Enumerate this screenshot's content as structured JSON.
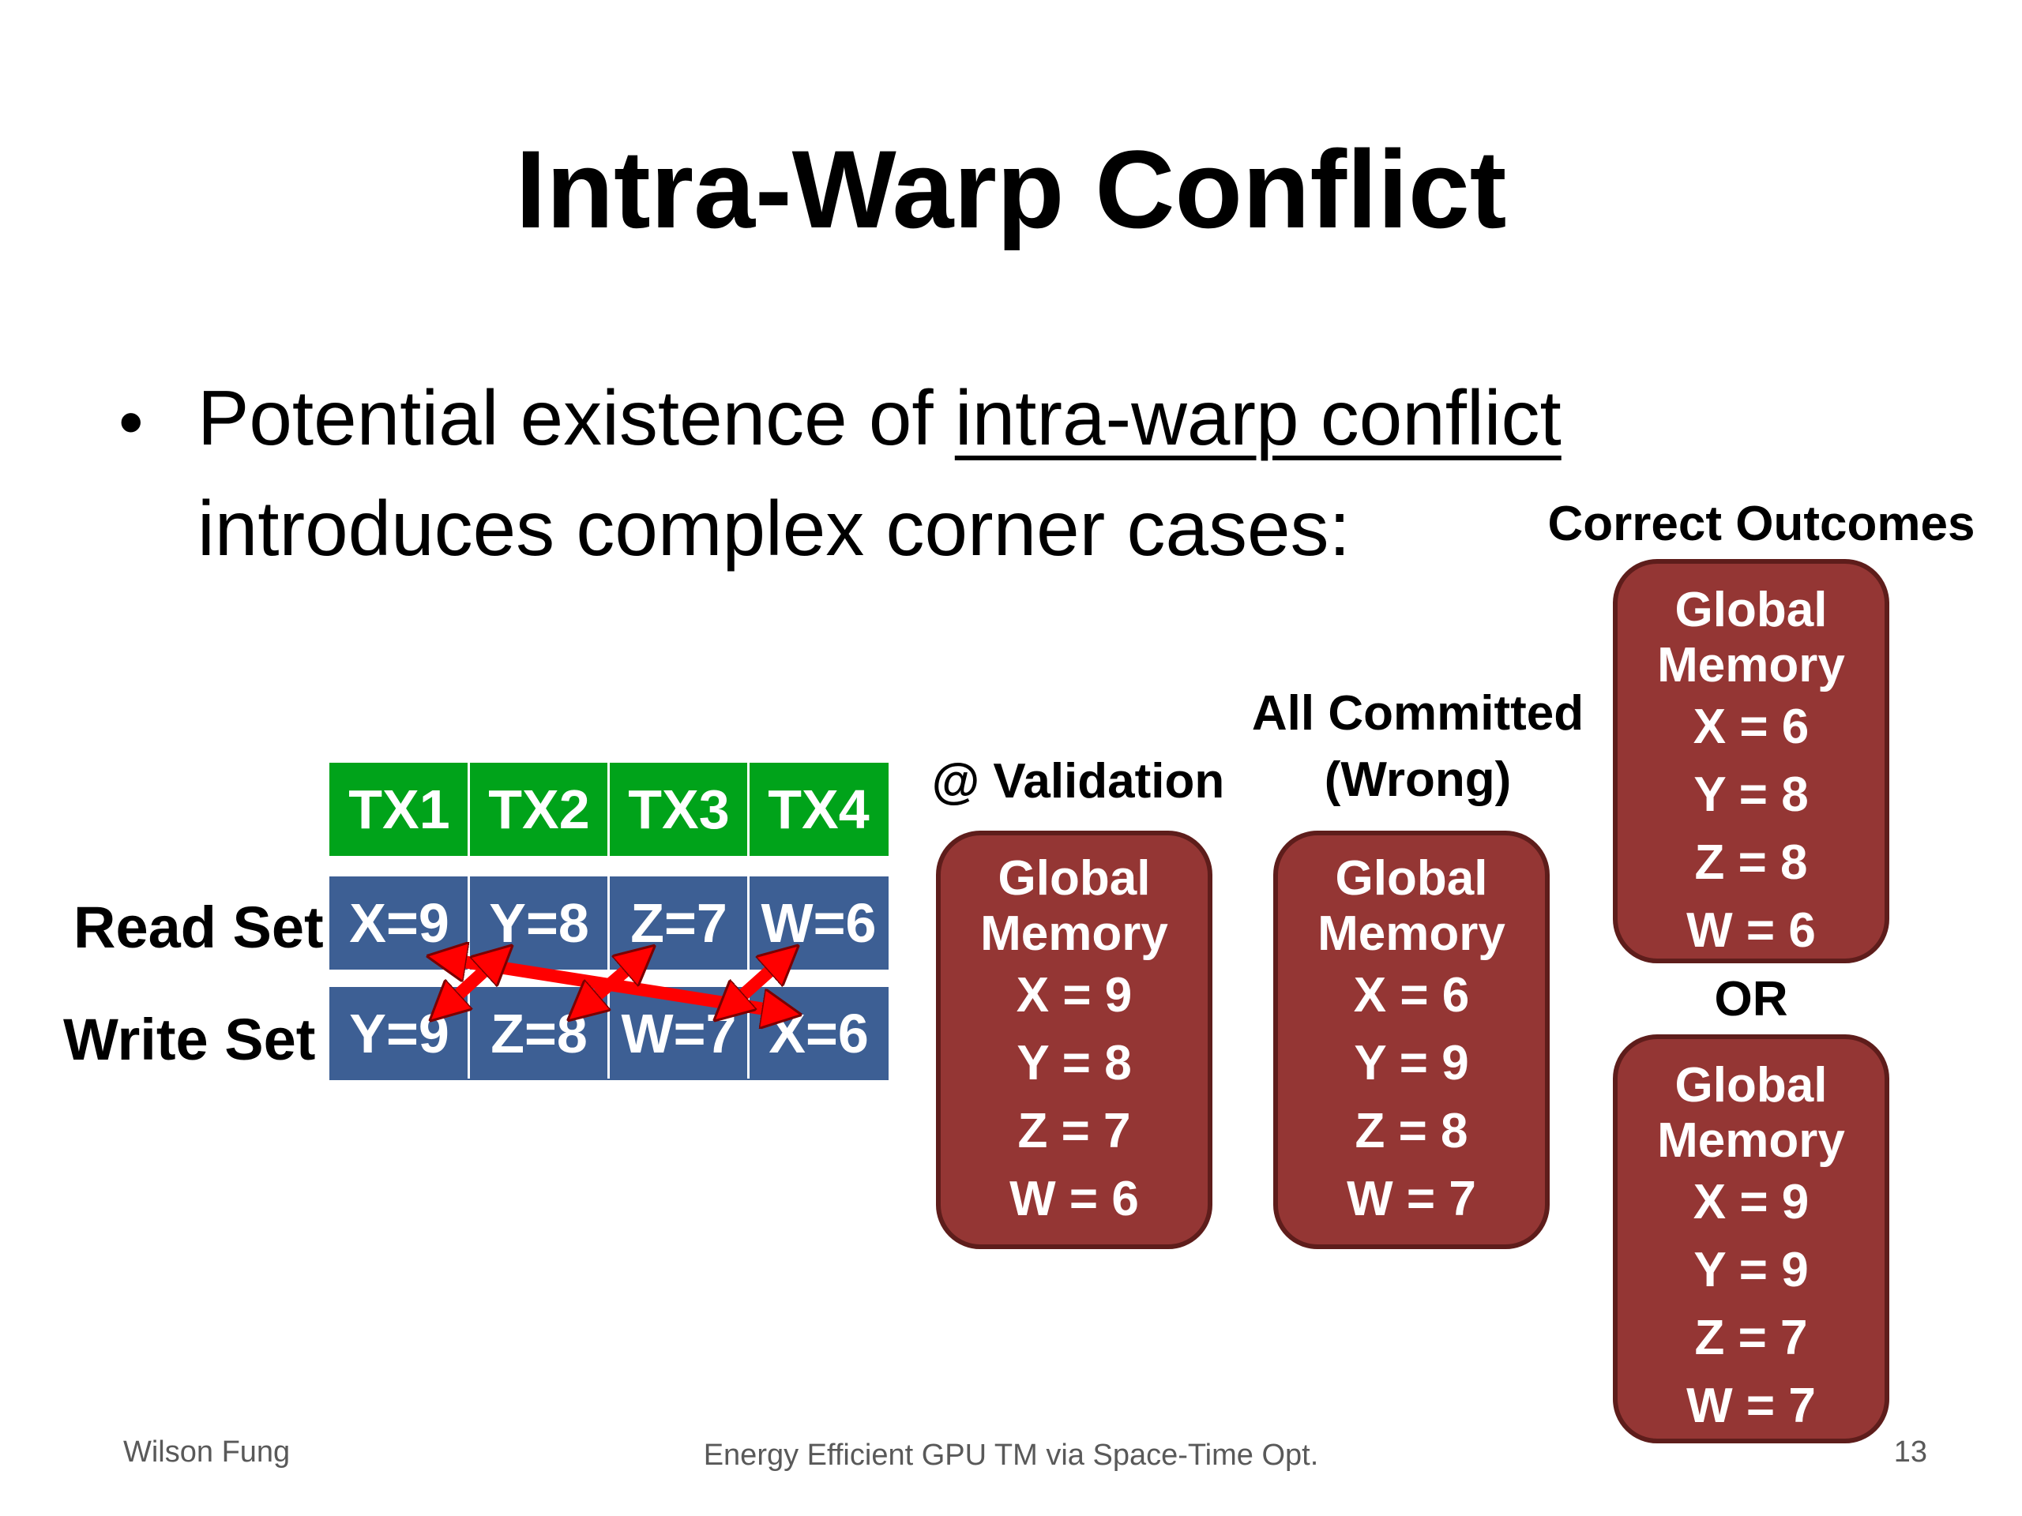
{
  "slide": {
    "title": "Intra-Warp Conflict",
    "bullet": {
      "marker": "•",
      "text_before": "Potential existence of ",
      "underlined": "intra-warp conflict",
      "line2": "introduces complex corner cases:"
    }
  },
  "table": {
    "headers": [
      "TX1",
      "TX2",
      "TX3",
      "TX4"
    ],
    "read_label": "Read Set",
    "write_label": "Write Set",
    "read_set": [
      "X=9",
      "Y=8",
      "Z=7",
      "W=6"
    ],
    "write_set": [
      "Y=9",
      "Z=8",
      "W=7",
      "X=6"
    ]
  },
  "boxes": {
    "validation": {
      "header": "@ Validation",
      "title": "Global Memory",
      "values": [
        "X = 9",
        "Y = 8",
        "Z = 7",
        "W = 6"
      ]
    },
    "committed": {
      "header_line1": "All Committed",
      "header_line2": "(Wrong)",
      "title": "Global Memory",
      "values": [
        "X = 6",
        "Y = 9",
        "Z = 8",
        "W = 7"
      ]
    },
    "correct_header": "Correct Outcomes",
    "correct1": {
      "title": "Global Memory",
      "values": [
        "X = 6",
        "Y = 8",
        "Z = 8",
        "W = 6"
      ]
    },
    "or_label": "OR",
    "correct2": {
      "title": "Global Memory",
      "values": [
        "X = 9",
        "Y = 9",
        "Z = 7",
        "W = 7"
      ]
    }
  },
  "footer": {
    "author": "Wilson Fung",
    "center": "Energy Efficient GPU TM via Space-Time Opt.",
    "page": "13"
  },
  "colors": {
    "tx_header": "#00a31a",
    "set_cell": "#3d5f94",
    "memory_box": "#943634",
    "arrow": "#ff0000"
  }
}
